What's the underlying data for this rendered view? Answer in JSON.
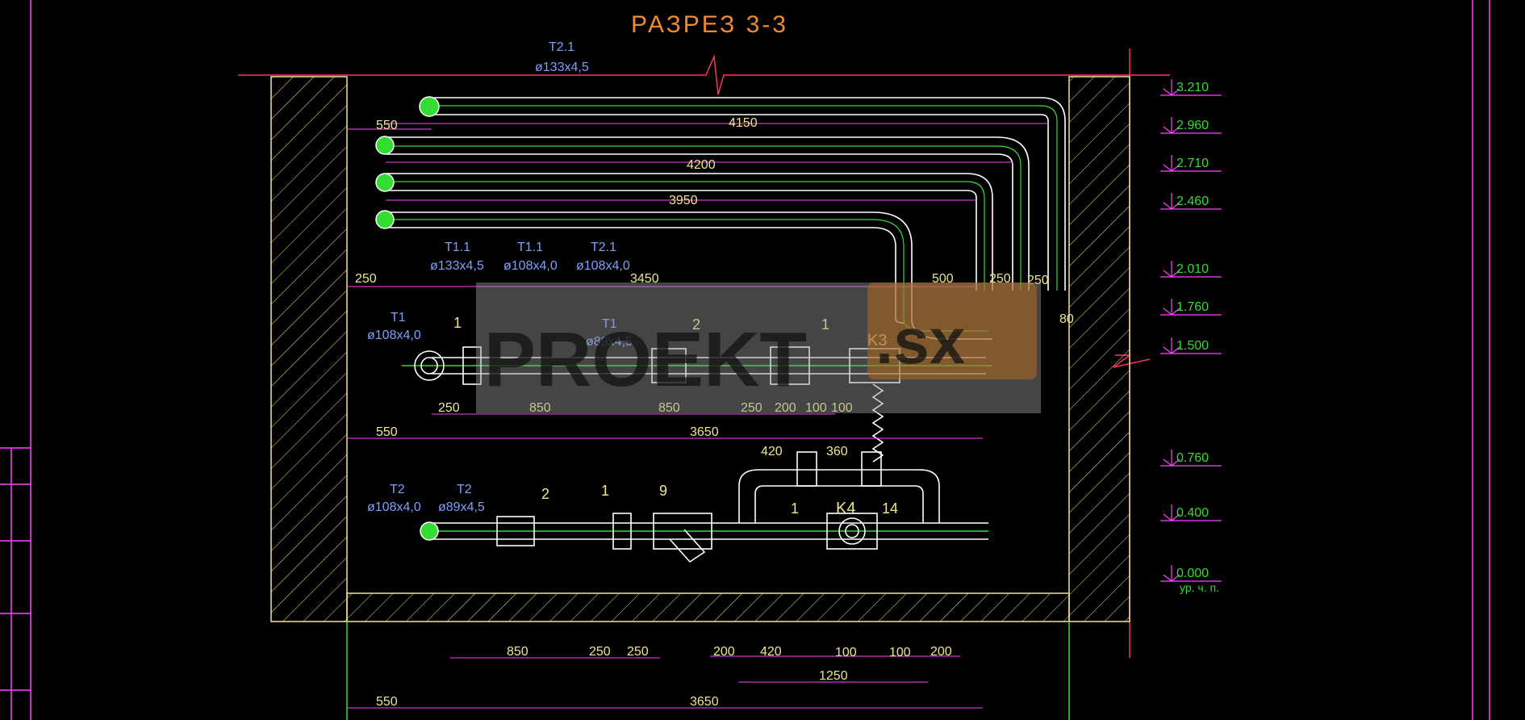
{
  "title": "РАЗРЕЗ 3-3",
  "watermark": {
    "text_main": "PROEKT",
    "text_suffix": ".sx"
  },
  "colors": {
    "background": "#000000",
    "pipe": "#ffffff",
    "axis": "#33dd33",
    "dimension": "#f0e68c",
    "title": "#f08a30",
    "frame": "#ff44ff",
    "pipe_label": "#7f9fff",
    "level": "#33dd33"
  },
  "pipe_labels": {
    "top_mark": "T2.1",
    "top_size": "ø133x4,5",
    "t11a_mark": "T1.1",
    "t11a_size": "ø133x4,5",
    "t11b_mark": "T1.1",
    "t11b_size": "ø108x4,0",
    "t21_mark": "T2.1",
    "t21_size": "ø108x4,0",
    "t1_mark": "T1",
    "t1_size": "ø108x4,0",
    "t1_inner_mark": "T1",
    "t1_inner_size": "ø89x4,5",
    "t2_mark": "T2",
    "t2_size": "ø108x4,0",
    "t2_inner_mark": "T2",
    "t2_inner_size": "ø89x4,5"
  },
  "dimensions": {
    "d550_top": "550",
    "d4150": "4150",
    "d4200": "4200",
    "d3950": "3950",
    "d250_left": "250",
    "d3450": "3450",
    "d500": "500",
    "d250_a": "250",
    "d250_b": "250",
    "d80": "80",
    "r250": "250",
    "r850a": "850",
    "r850b": "850",
    "r250b": "250",
    "r200": "200",
    "r100a": "100",
    "r100b": "100",
    "d550_mid": "550",
    "d3650_mid": "3650",
    "d420_top": "420",
    "d360": "360",
    "b850": "850",
    "b250a": "250",
    "b250b": "250",
    "b200a": "200",
    "b420": "420",
    "b100a": "100",
    "b100b": "100",
    "b200b": "200",
    "b1250": "1250",
    "d550_bot": "550",
    "d3650_bot": "3650"
  },
  "callouts": {
    "c1_upper": "1",
    "c2_upper": "2",
    "c1_upper_b": "1",
    "k3": "K3",
    "c2_lower": "2",
    "c1_lower": "1",
    "c9": "9",
    "c1_lower_b": "1",
    "k4": "K4",
    "c14": "14"
  },
  "levels": [
    "3.210",
    "2.960",
    "2.710",
    "2.460",
    "2.010",
    "1.760",
    "1.500",
    "0.760",
    "0.400",
    "0.000"
  ],
  "level_floor_note": "ур. ч. п."
}
